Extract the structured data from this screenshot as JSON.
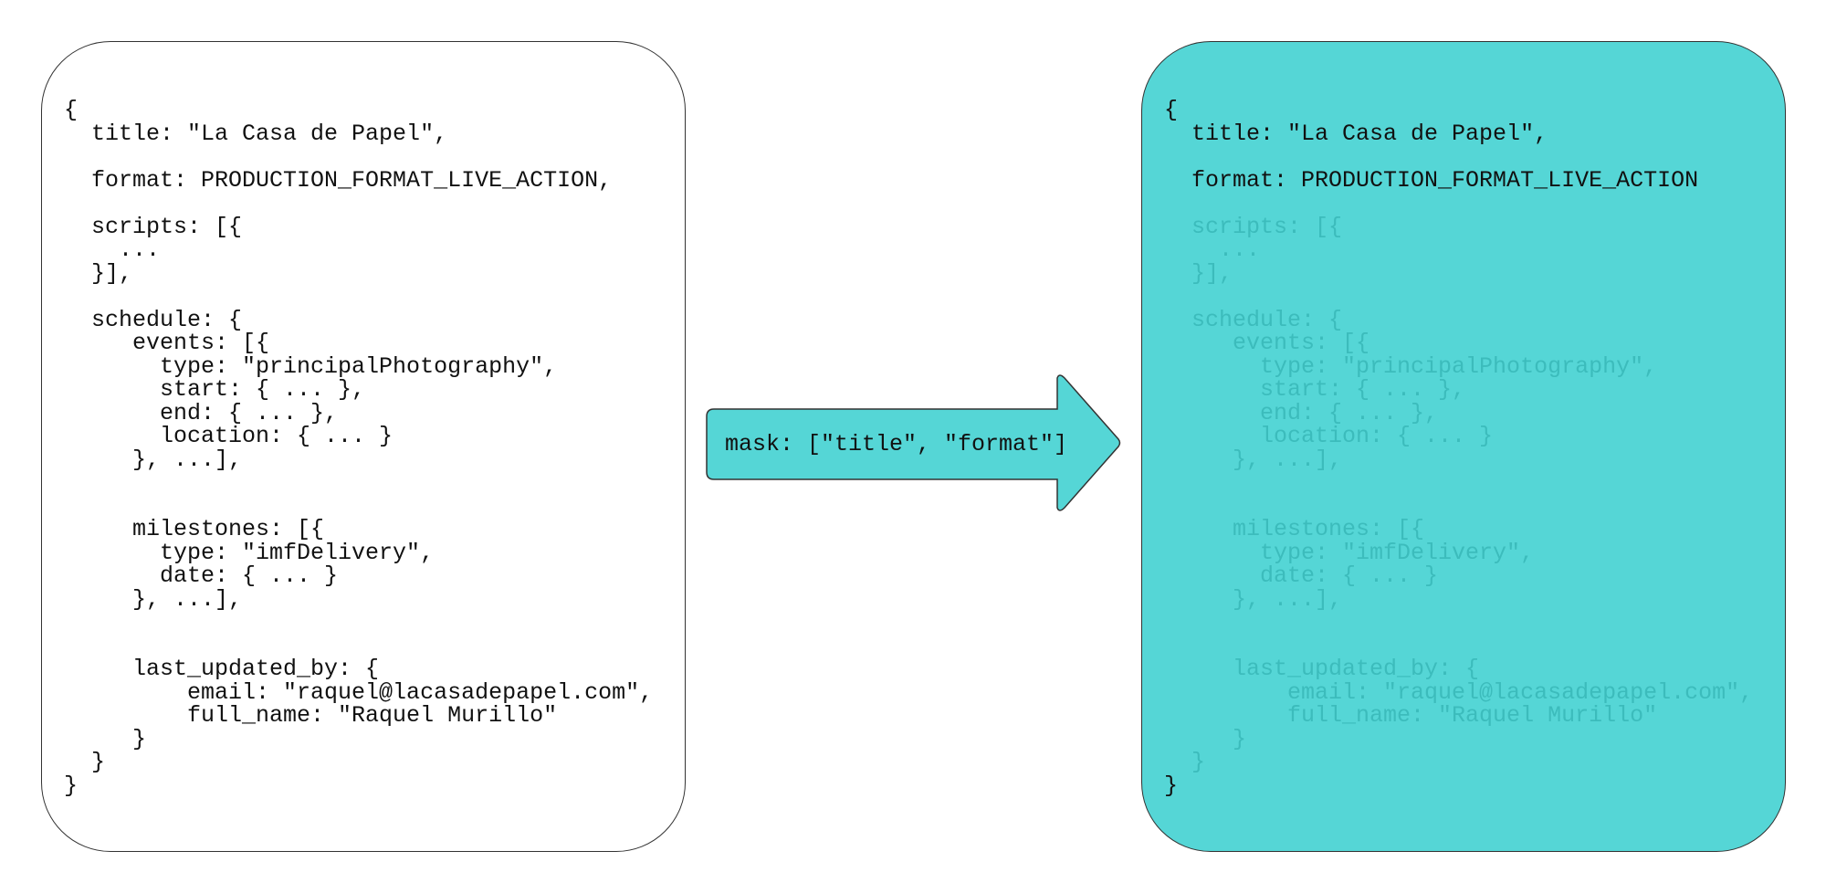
{
  "colors": {
    "accent": "#55d6d6",
    "masked_text": "#3cbcbc",
    "text": "#111111",
    "border": "#333333"
  },
  "arrow": {
    "label": "mask: [\"title\", \"format\"]"
  },
  "left_code": [
    {
      "text": "{"
    },
    {
      "text": "  title: \"La Casa de Papel\","
    },
    {
      "text": ""
    },
    {
      "text": "  format: PRODUCTION_FORMAT_LIVE_ACTION,"
    },
    {
      "text": ""
    },
    {
      "text": "  scripts: [{"
    },
    {
      "text": "    ..."
    },
    {
      "text": "  }],"
    },
    {
      "text": ""
    },
    {
      "text": "  schedule: {"
    },
    {
      "text": "     events: [{"
    },
    {
      "text": "       type: \"principalPhotography\","
    },
    {
      "text": "       start: { ... },"
    },
    {
      "text": "       end: { ... },"
    },
    {
      "text": "       location: { ... }"
    },
    {
      "text": "     }, ...],"
    },
    {
      "text": ""
    },
    {
      "text": ""
    },
    {
      "text": "     milestones: [{"
    },
    {
      "text": "       type: \"imfDelivery\","
    },
    {
      "text": "       date: { ... }"
    },
    {
      "text": "     }, ...],"
    },
    {
      "text": ""
    },
    {
      "text": ""
    },
    {
      "text": "     last_updated_by: {"
    },
    {
      "text": "         email: \"raquel@lacasadepapel.com\","
    },
    {
      "text": "         full_name: \"Raquel Murillo\""
    },
    {
      "text": "     }"
    },
    {
      "text": "  }"
    },
    {
      "text": "}"
    }
  ],
  "right_code": [
    {
      "text": "{",
      "masked": false
    },
    {
      "text": "  title: \"La Casa de Papel\",",
      "masked": false
    },
    {
      "text": "",
      "masked": false
    },
    {
      "text": "  format: PRODUCTION_FORMAT_LIVE_ACTION",
      "masked": false
    },
    {
      "text": "",
      "masked": false
    },
    {
      "text": "  scripts: [{",
      "masked": true
    },
    {
      "text": "    ...",
      "masked": true
    },
    {
      "text": "  }],",
      "masked": true
    },
    {
      "text": "",
      "masked": true
    },
    {
      "text": "  schedule: {",
      "masked": true
    },
    {
      "text": "     events: [{",
      "masked": true
    },
    {
      "text": "       type: \"principalPhotography\",",
      "masked": true
    },
    {
      "text": "       start: { ... },",
      "masked": true
    },
    {
      "text": "       end: { ... },",
      "masked": true
    },
    {
      "text": "       location: { ... }",
      "masked": true
    },
    {
      "text": "     }, ...],",
      "masked": true
    },
    {
      "text": "",
      "masked": true
    },
    {
      "text": "",
      "masked": true
    },
    {
      "text": "     milestones: [{",
      "masked": true
    },
    {
      "text": "       type: \"imfDelivery\",",
      "masked": true
    },
    {
      "text": "       date: { ... }",
      "masked": true
    },
    {
      "text": "     }, ...],",
      "masked": true
    },
    {
      "text": "",
      "masked": true
    },
    {
      "text": "",
      "masked": true
    },
    {
      "text": "     last_updated_by: {",
      "masked": true
    },
    {
      "text": "         email: \"raquel@lacasadepapel.com\",",
      "masked": true
    },
    {
      "text": "         full_name: \"Raquel Murillo\"",
      "masked": true
    },
    {
      "text": "     }",
      "masked": true
    },
    {
      "text": "  }",
      "masked": true
    },
    {
      "text": "}",
      "masked": false
    }
  ]
}
